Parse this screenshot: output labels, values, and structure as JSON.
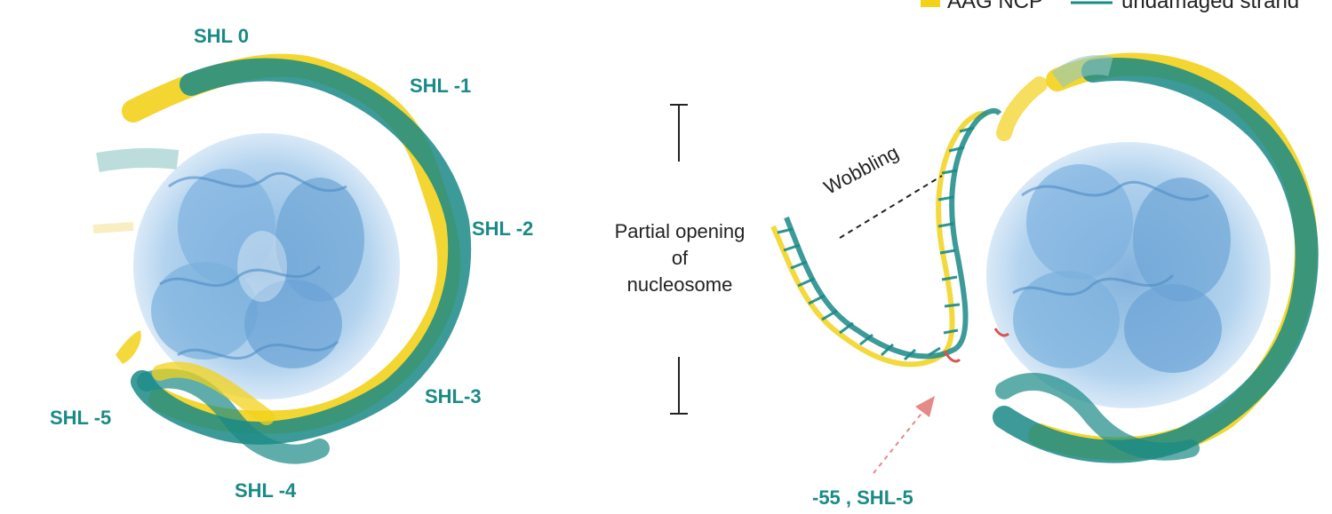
{
  "legend": {
    "aag_label": "AAG NCP",
    "strand_label": "undamaged strand"
  },
  "labels": {
    "shl0": "SHL 0",
    "shl_m1": "SHL -1",
    "shl_m2": "SHL -2",
    "shl_m3": "SHL-3",
    "shl_m4": "SHL -4",
    "shl_m5": "SHL -5",
    "site": "-55 , SHL-5"
  },
  "annotations": {
    "opening_line1": "Partial opening",
    "opening_line2": "of",
    "opening_line3": "nucleosome",
    "wobbling": "Wobbling"
  },
  "colors": {
    "teal": "#1a8a86",
    "yellow": "#f2d21b",
    "histone": "#8fbee6",
    "histone_dark": "#5b95c9",
    "arrow": "#e58a86",
    "text": "#222222"
  }
}
